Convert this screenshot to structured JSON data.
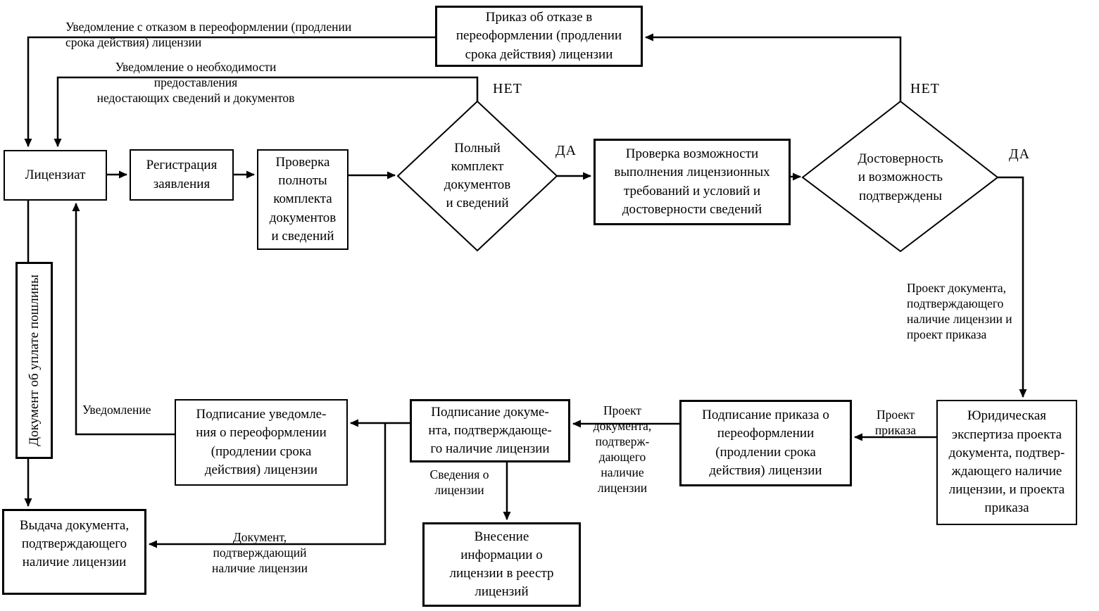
{
  "boxes": {
    "licensee": "Лицензиат",
    "registration": "Регистрация\nзаявления",
    "completeness_check": "Проверка\nполноты\nкомплекта\nдокументов\nи сведений",
    "refusal_order": "Приказ об отказе в\nпереоформлении (продлении\nсрока действия) лицензии",
    "capability_check": "Проверка возможности\nвыполнения лицензионных\nтребований и условий  и\nдостоверности сведений",
    "legal_expertise": "Юридическая\nэкспертиза проекта\nдокумента, подтвер-\nждающего наличие\nлицензии, и проекта\nприказа",
    "order_signing": "Подписание приказа о\nпереоформлении\n(продлении срока\nдействия)  лицензии",
    "document_signing": "Подписание докуме-\nнта, подтверждающе-\nго наличие лицензии",
    "notification_signing": "Подписание уведомле-\nния о переоформлении\n(продлении срока\nдействия) лицензии",
    "issuance": "Выдача документа,\nподтверждающего\nналичие лицензии",
    "registry_entry": "Внесение\nинформации о\nлицензии в реестр\nлицензий",
    "fee_document": "Документ об уплате пошлины"
  },
  "decisions": {
    "complete_set": "Полный\nкомплект\nдокументов\nи сведений",
    "confirmed": "Достоверность\nи возможность\nподтверждены"
  },
  "edge_labels": {
    "refusal_notice": "Уведомление с отказом в переоформлении (продлении\nсрока действия) лицензии",
    "missing_docs_notice": "Уведомление о необходимости предоставления\nнедостающих сведений и документов",
    "no_1": "НЕТ",
    "yes_1": "ДА",
    "no_2": "НЕТ",
    "yes_2": "ДА",
    "draft_documents": "Проект документа,\nподтверждающего\nналичие лицензии и\nпроект приказа",
    "draft_order": "Проект\nприказа",
    "draft_license_document": "Проект\nдокумента,\nподтверж-\nдающего\nналичие\nлицензии",
    "license_info": "Сведения о\nлицензии",
    "notification": "Уведомление",
    "license_document": "Документ,\nподтверждающий\nналичие лицензии"
  },
  "colors": {
    "line": "#000000",
    "background": "#ffffff",
    "text": "#000000"
  }
}
